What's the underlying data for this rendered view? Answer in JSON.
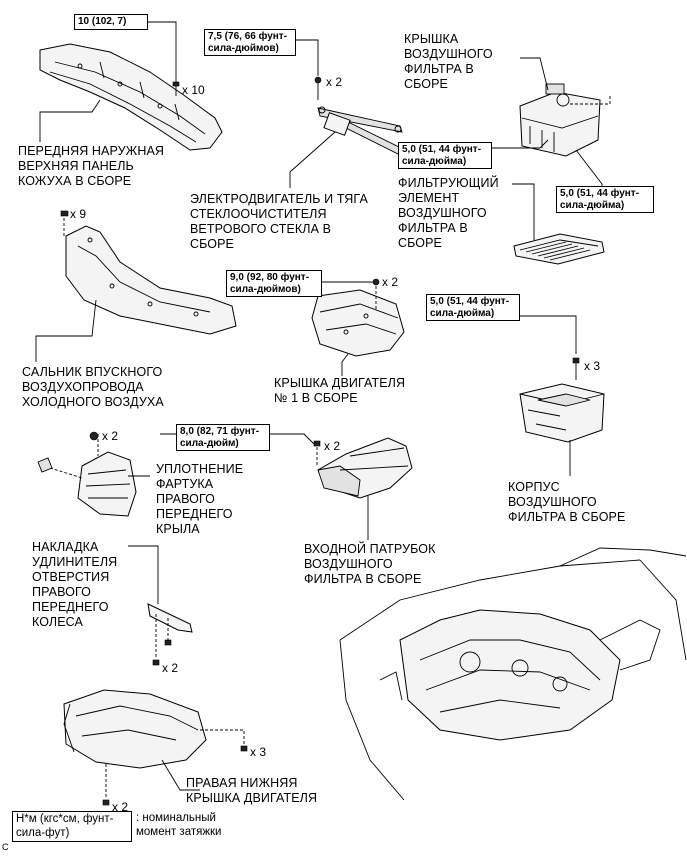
{
  "labels": {
    "cowl_panel": "ПЕРЕДНЯЯ НАРУЖНАЯ\nВЕРХНЯЯ ПАНЕЛЬ\nКОЖУХА В СБОРЕ",
    "wiper_motor": "ЭЛЕКТРОДВИГАТЕЛЬ И ТЯГА\nСТЕКЛООЧИСТИТЕЛЯ\nВЕТРОВОГО СТЕКЛА В\nСБОРЕ",
    "filter_cap": "КРЫШКА\nВОЗДУШНОГО\nФИЛЬТРА В\nСБОРЕ",
    "filter_element": "ФИЛЬТРУЮЩИЙ\nЭЛЕМЕНТ\nВОЗДУШНОГО\nФИЛЬТРА В\nСБОРЕ",
    "cool_air_seal": "САЛЬНИК ВПУСКНОГО\nВОЗДУХОПРОВОДА\nХОЛОДНОГО ВОЗДУХА",
    "engine_cover": "КРЫШКА ДВИГАТЕЛЯ\n№ 1 В СБОРЕ",
    "filter_case": "КОРПУС\nВОЗДУШНОГО\nФИЛЬТРА В СБОРЕ",
    "splash_seal": "УПЛОТНЕНИЕ\nФАРТУКА\nПРАВОГО\nПЕРЕДНЕГО\nКРЫЛА",
    "inlet": "ВХОДНОЙ ПАТРУБОК\nВОЗДУШНОГО\nФИЛЬТРА В СБОРЕ",
    "wheel_ext": "НАКЛАДКА\nУДЛИНИТЕЛЯ\nОТВЕРСТИЯ\nПРАВОГО\nПЕРЕДНЕГО\nКОЛЕСА",
    "under_cover": "ПРАВАЯ НИЖНЯЯ\nКРЫШКА ДВИГАТЕЛЯ"
  },
  "torques": {
    "t1": "10 (102, 7)",
    "t2": "7,5 (76, 66 фунт-\nсила-дюймов)",
    "t3": "5,0 (51, 44 фунт-\nсила-дюйма)",
    "t4": "5,0 (51, 44 фунт-\nсила-дюйма)",
    "t5": "9,0 (92, 80 фунт-\nсила-дюймов)",
    "t6": "5,0 (51, 44 фунт-\nсила-дюйма)",
    "t7": "8,0 (82, 71 фунт-\nсила-дюйм)"
  },
  "counts": {
    "c1": "x 10",
    "c2": "x 2",
    "c3": "x 9",
    "c4": "x 2",
    "c5": "x 3",
    "c6": "x 2",
    "c7": "x 2",
    "c8": "x 2",
    "c9": "x 3",
    "c10": "x 2"
  },
  "legend": {
    "unit": "Н*м (кгс*см, фунт-\nсила-фут)",
    "desc": ": номинальный\nмомент затяжки"
  },
  "corner_mark": "C"
}
